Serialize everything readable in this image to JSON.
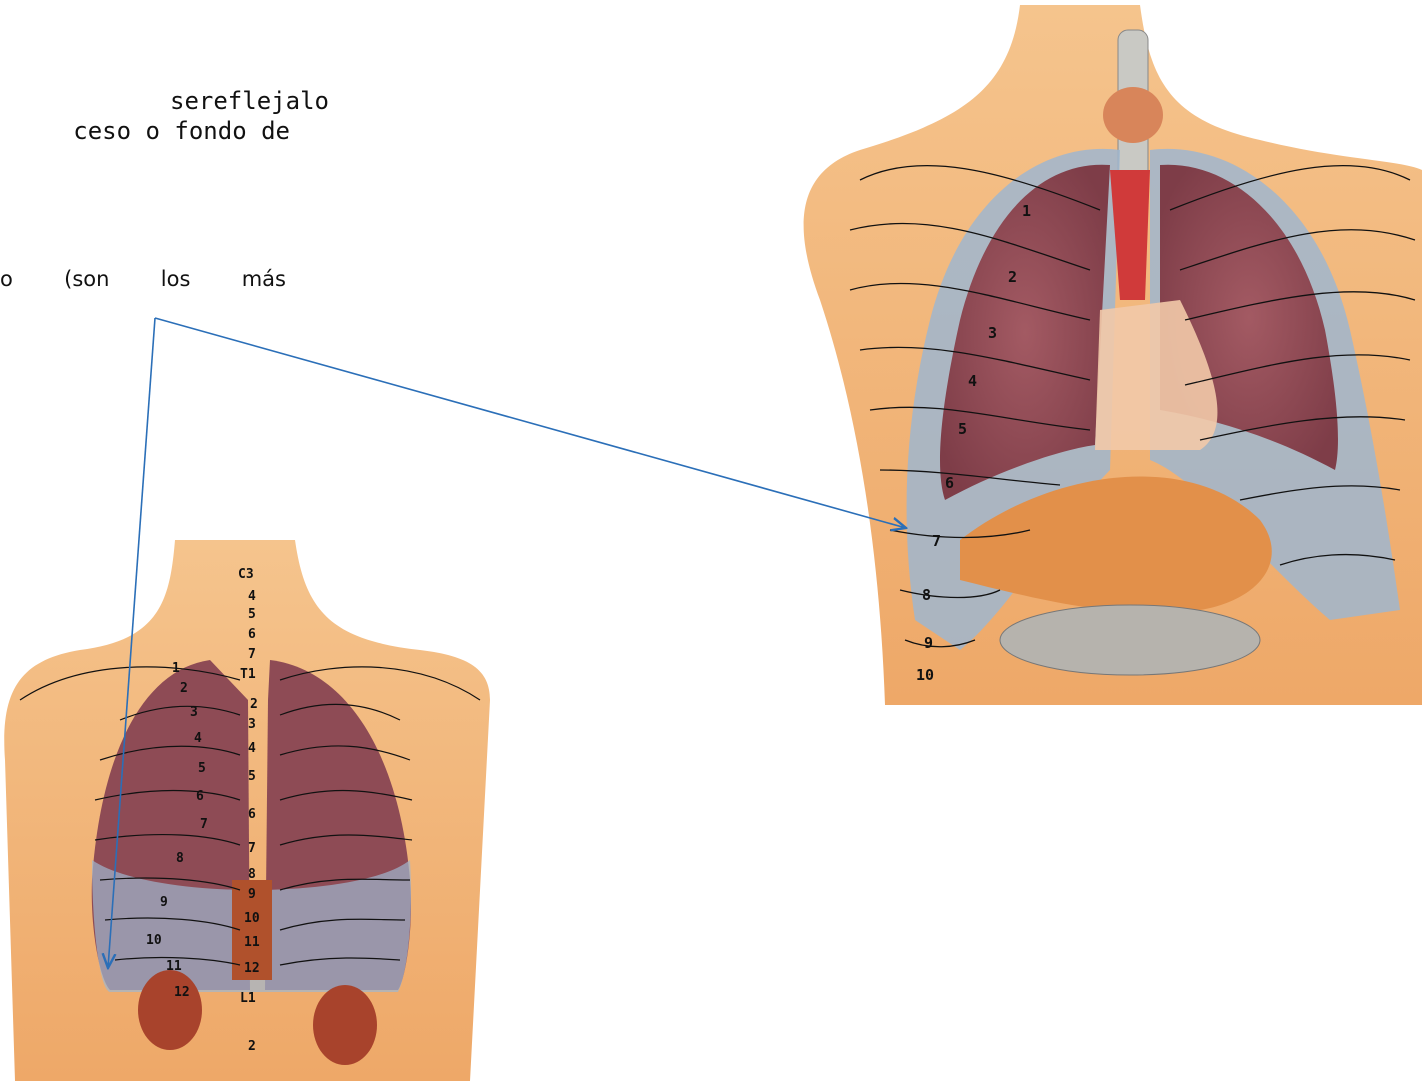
{
  "text": {
    "line1_a": "se",
    "line1_b": "refleja",
    "line1_c": "lo",
    "line2": "ceso o fondo de",
    "line3_a": "o",
    "line3_b": "(son",
    "line3_c": "los",
    "line3_d": "más"
  },
  "back_view": {
    "spine_labels": [
      "C3",
      "4",
      "5",
      "6",
      "7",
      "T1",
      "2",
      "3",
      "4",
      "5",
      "6",
      "7",
      "8",
      "9",
      "10",
      "11",
      "12",
      "L1",
      "2"
    ],
    "rib_labels": [
      "1",
      "2",
      "3",
      "4",
      "5",
      "6",
      "7",
      "8",
      "9",
      "10",
      "11",
      "12"
    ]
  },
  "front_view": {
    "rib_labels": [
      "1",
      "2",
      "3",
      "4",
      "5",
      "6",
      "7",
      "8",
      "9",
      "10"
    ]
  },
  "colors": {
    "skin": "#f0b77e",
    "lung": "#8e4b55",
    "pleura": "#9fb6cf",
    "arrow": "#2b6fb8",
    "liver": "#e2904a",
    "kidney": "#a8432c"
  }
}
